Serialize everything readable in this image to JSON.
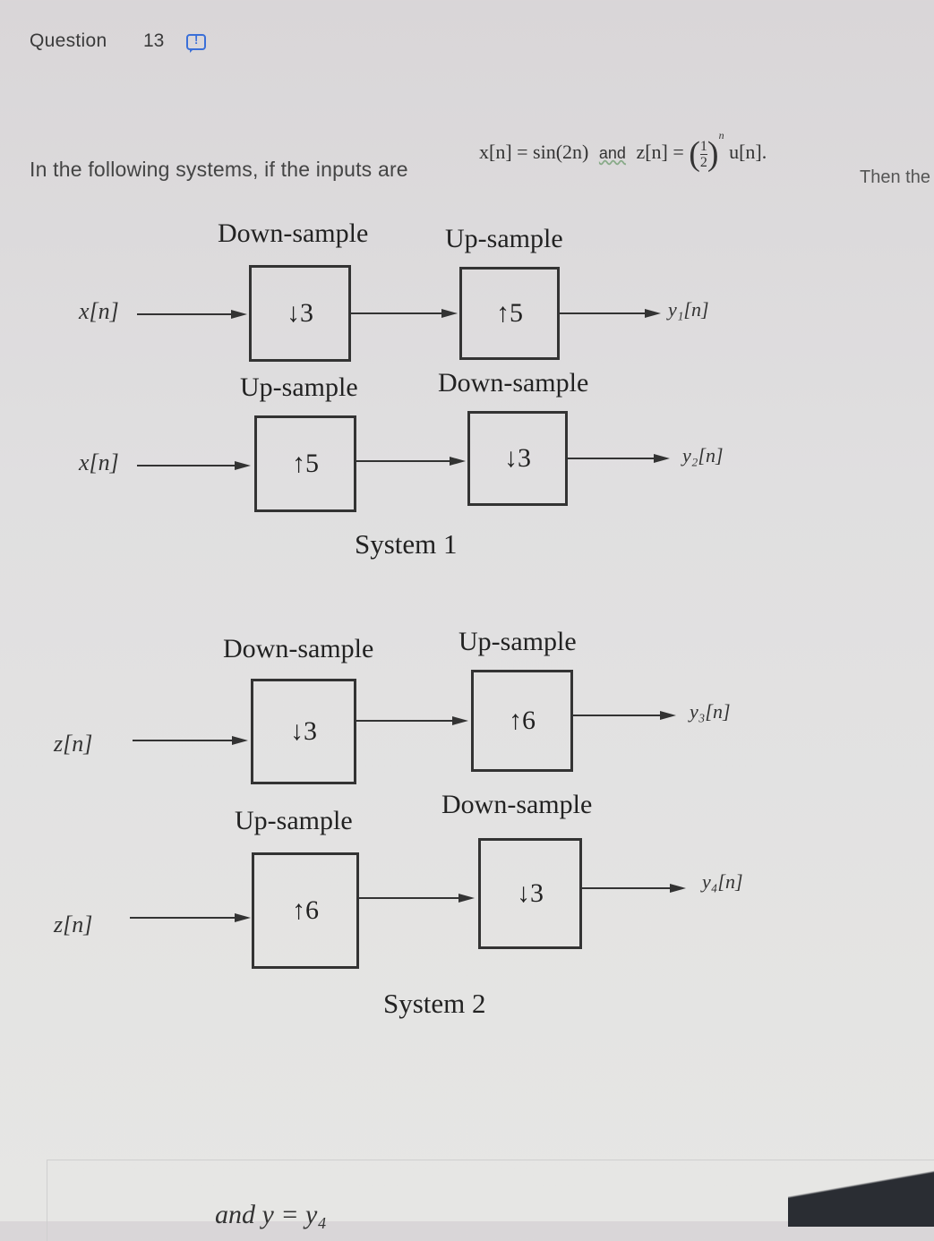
{
  "question": {
    "title": "Question",
    "number": "13",
    "flag_icon": "report-issue-icon"
  },
  "prompt": {
    "intro": "In the following systems, if the inputs are",
    "x_def": "x[n] = sin(2n)",
    "and": "and",
    "z_def_lhs": "z[n] =",
    "z_frac_num": "1",
    "z_frac_den": "2",
    "z_exp": "n",
    "z_def_rhs": "u[n].",
    "then": "Then the"
  },
  "system1": {
    "caption": "System 1",
    "branch_a": {
      "input": "x[n]",
      "stage1_label": "Down-sample",
      "stage1_op": "↓3",
      "stage2_label": "Up-sample",
      "stage2_op": "↑5",
      "output": "y₁[n]"
    },
    "branch_b": {
      "input": "x[n]",
      "stage1_label": "Up-sample",
      "stage1_op": "↑5",
      "stage2_label": "Down-sample",
      "stage2_op": "↓3",
      "output": "y₂[n]"
    }
  },
  "system2": {
    "caption": "System 2",
    "branch_a": {
      "input": "z[n]",
      "stage1_label": "Down-sample",
      "stage1_op": "↓3",
      "stage2_label": "Up-sample",
      "stage2_op": "↑6",
      "output": "y₃[n]"
    },
    "branch_b": {
      "input": "z[n]",
      "stage1_label": "Up-sample",
      "stage1_op": "↑6",
      "stage2_label": "Down-sample",
      "stage2_op": "↓3",
      "output": "y₄[n]"
    }
  },
  "answer_area": {
    "partial_text": "and y = y₄"
  }
}
